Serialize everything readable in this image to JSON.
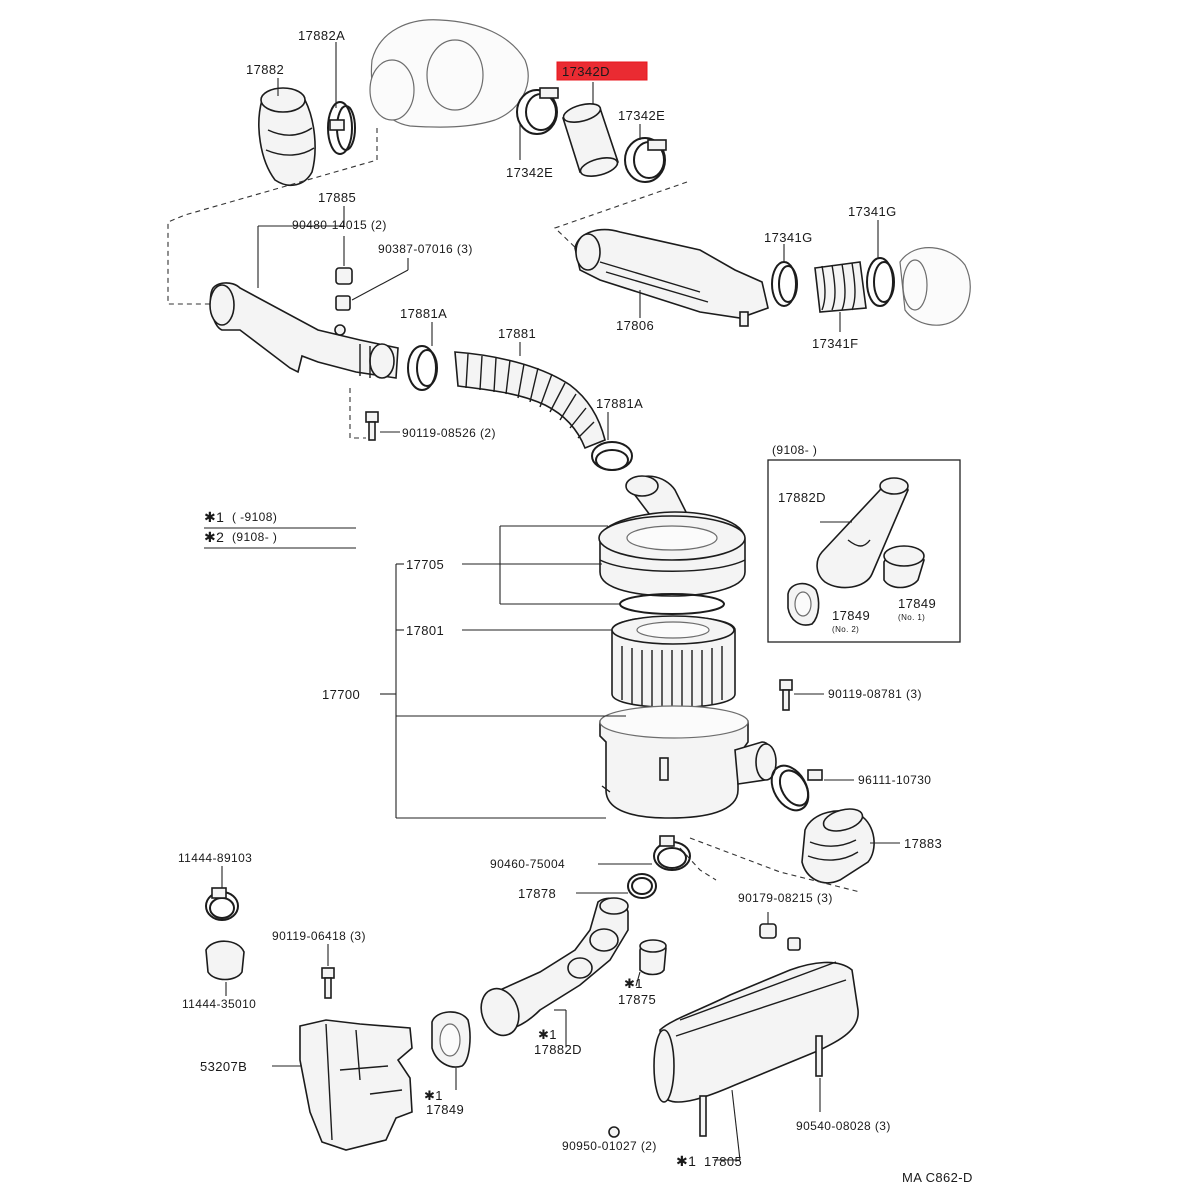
{
  "diagram": {
    "labels": {
      "p17882A": "17882A",
      "p17882": "17882",
      "p17342D": "17342D",
      "p17342E_right": "17342E",
      "p17342E_left": "17342E",
      "p17885": "17885",
      "p90480_14015": "90480-14015 (2)",
      "p90387_07016": "90387-07016 (3)",
      "p17341G_right": "17341G",
      "p17341G_left": "17341G",
      "p17806": "17806",
      "p17341F": "17341F",
      "p17881A_upper": "17881A",
      "p17881": "17881",
      "p17881A_lower": "17881A",
      "p90119_08526": "90119-08526 (2)",
      "legend1_mark": "✱1",
      "legend1_text": "(     -9108)",
      "legend2_mark": "✱2",
      "legend2_text": "(9108-     )",
      "inset_title": "(9108-      )",
      "inset_17882D": "17882D",
      "inset_17849_no2": "17849",
      "inset_no2_note": "(No. 2)",
      "inset_17849_no1": "17849",
      "inset_no1_note": "(No. 1)",
      "p17705": "17705",
      "p17801": "17801",
      "p17700": "17700",
      "p90119_08781": "90119-08781 (3)",
      "p96111_10730": "96111-10730",
      "p17883": "17883",
      "p11444_89103": "11444-89103",
      "p11444_35010": "11444-35010",
      "p90119_06418": "90119-06418 (3)",
      "p90460_75004": "90460-75004",
      "p17878": "17878",
      "p90179_08215": "90179-08215 (3)",
      "p17875_mark": "✱1",
      "p17875": "17875",
      "p17882D_mark": "✱1",
      "p17882D": "17882D",
      "p53207B": "53207B",
      "p17849_mark": "✱1",
      "p17849": "17849",
      "p90950_01027": "90950-01027 (2)",
      "p90540_08028": "90540-08028 (3)",
      "p17805_mark": "✱1",
      "p17805": "17805",
      "diagram_code": "MA  C862-D"
    },
    "highlight": {
      "part": "17342D",
      "color": "#e8141c"
    },
    "colors": {
      "line": "#1c1c1c",
      "fill": "#f4f4f4",
      "ghost": "#6d6d6d"
    }
  }
}
